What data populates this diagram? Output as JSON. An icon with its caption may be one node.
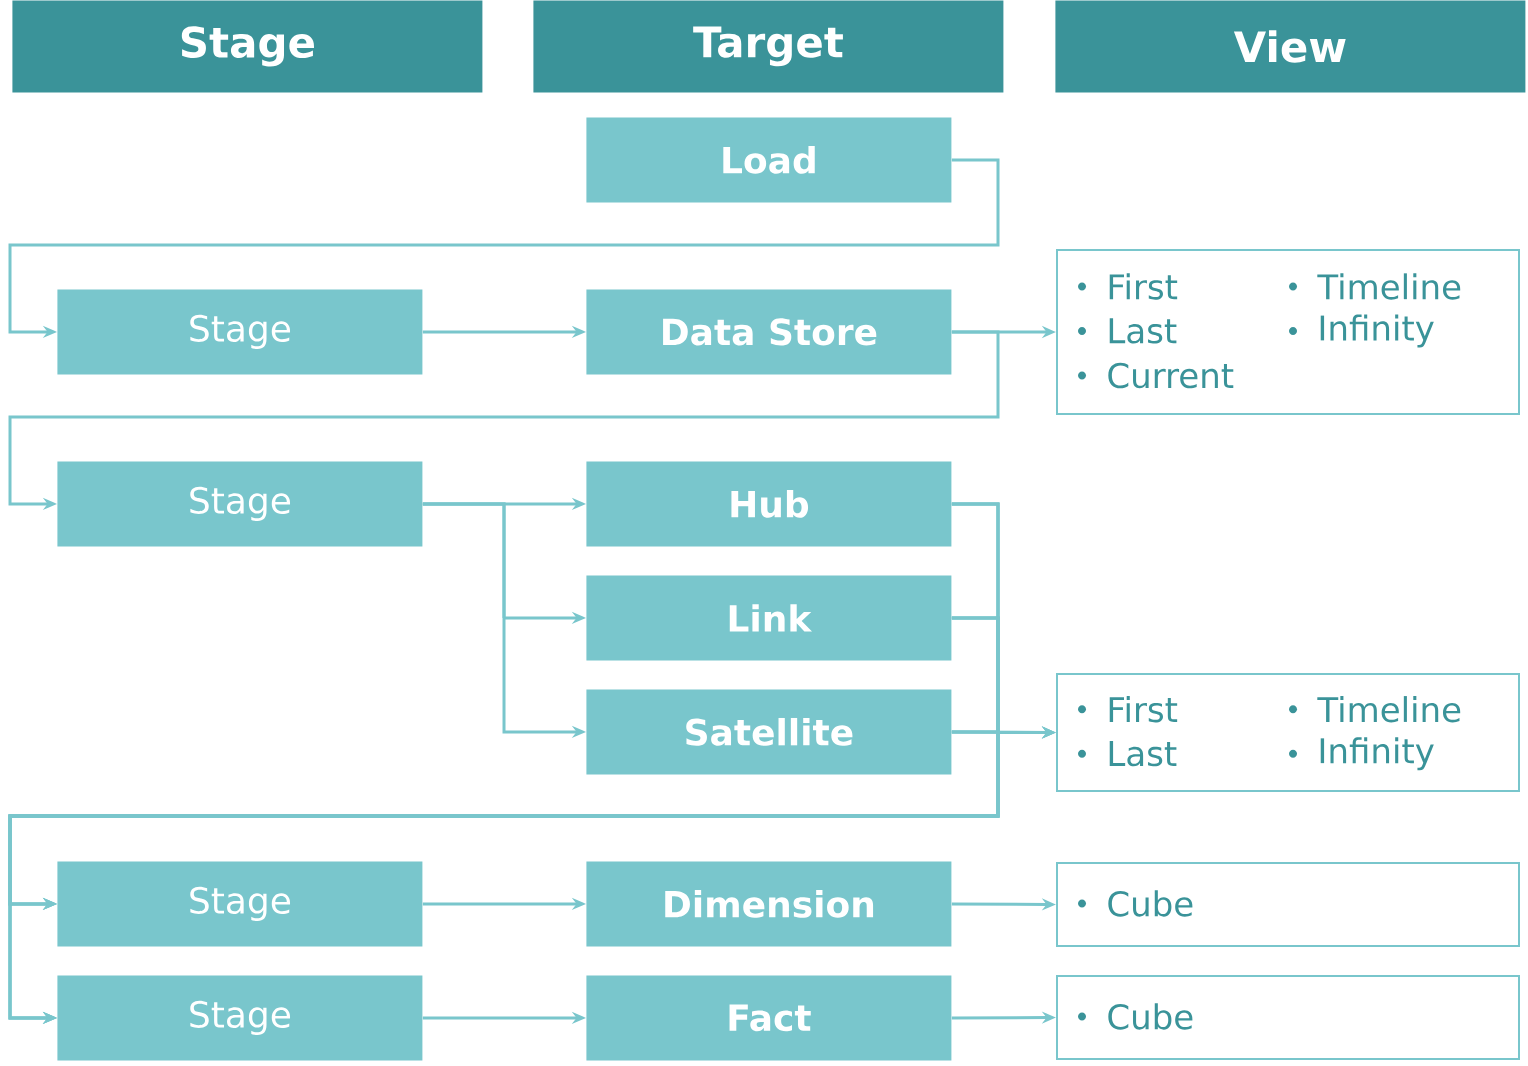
{
  "diagram": {
    "nodes": [
      {
        "text": [
          "Stage"
        ]
      },
      {
        "text": [
          "Target"
        ]
      },
      {
        "text": [
          "View"
        ]
      },
      {
        "text": [
          "Load"
        ]
      },
      {
        "text": [
          "Stage"
        ]
      },
      {
        "text": [
          "Data Store"
        ]
      },
      {
        "text": [
          "First",
          "Last",
          "Current",
          "Timeline",
          "Infinity"
        ]
      },
      {
        "text": [
          "Stage"
        ]
      },
      {
        "text": [
          "Hub"
        ]
      },
      {
        "text": [
          "Link"
        ]
      },
      {
        "text": [
          "Satellite"
        ]
      },
      {
        "text": [
          "First",
          "Last",
          "Timeline",
          "Infinity"
        ]
      },
      {
        "text": [
          "Stage"
        ]
      },
      {
        "text": [
          "Dimension"
        ]
      },
      {
        "text": [
          "Cube"
        ]
      },
      {
        "text": [
          "Stage"
        ]
      },
      {
        "text": [
          "Fact"
        ]
      },
      {
        "text": [
          "Cube"
        ]
      }
    ],
    "edges": [
      {
        "from": 3,
        "to": 4,
        "arrow": "to"
      },
      {
        "from": 4,
        "to": 5,
        "arrow": "to"
      },
      {
        "from": 5,
        "to": 6,
        "arrow": "to"
      },
      {
        "from": 5,
        "to": 7,
        "arrow": "to"
      },
      {
        "from": 7,
        "to": 8,
        "arrow": "to"
      },
      {
        "from": 7,
        "to": 9,
        "arrow": "to"
      },
      {
        "from": 7,
        "to": 10,
        "arrow": "to"
      },
      {
        "from": 8,
        "to": 11,
        "arrow": "to"
      },
      {
        "from": 9,
        "to": 11,
        "arrow": "to"
      },
      {
        "from": 10,
        "to": 11,
        "arrow": "to"
      },
      {
        "from": 8,
        "to": 12,
        "arrow": "to"
      },
      {
        "from": 9,
        "to": 12,
        "arrow": "to"
      },
      {
        "from": 10,
        "to": 12,
        "arrow": "to"
      },
      {
        "from": 8,
        "to": 15,
        "arrow": "to"
      },
      {
        "from": 9,
        "to": 15,
        "arrow": "to"
      },
      {
        "from": 10,
        "to": 15,
        "arrow": "to"
      },
      {
        "from": 12,
        "to": 13,
        "arrow": "to"
      },
      {
        "from": 13,
        "to": 14,
        "arrow": "to"
      },
      {
        "from": 15,
        "to": 16,
        "arrow": "to"
      },
      {
        "from": 16,
        "to": 17,
        "arrow": "to"
      }
    ]
  }
}
